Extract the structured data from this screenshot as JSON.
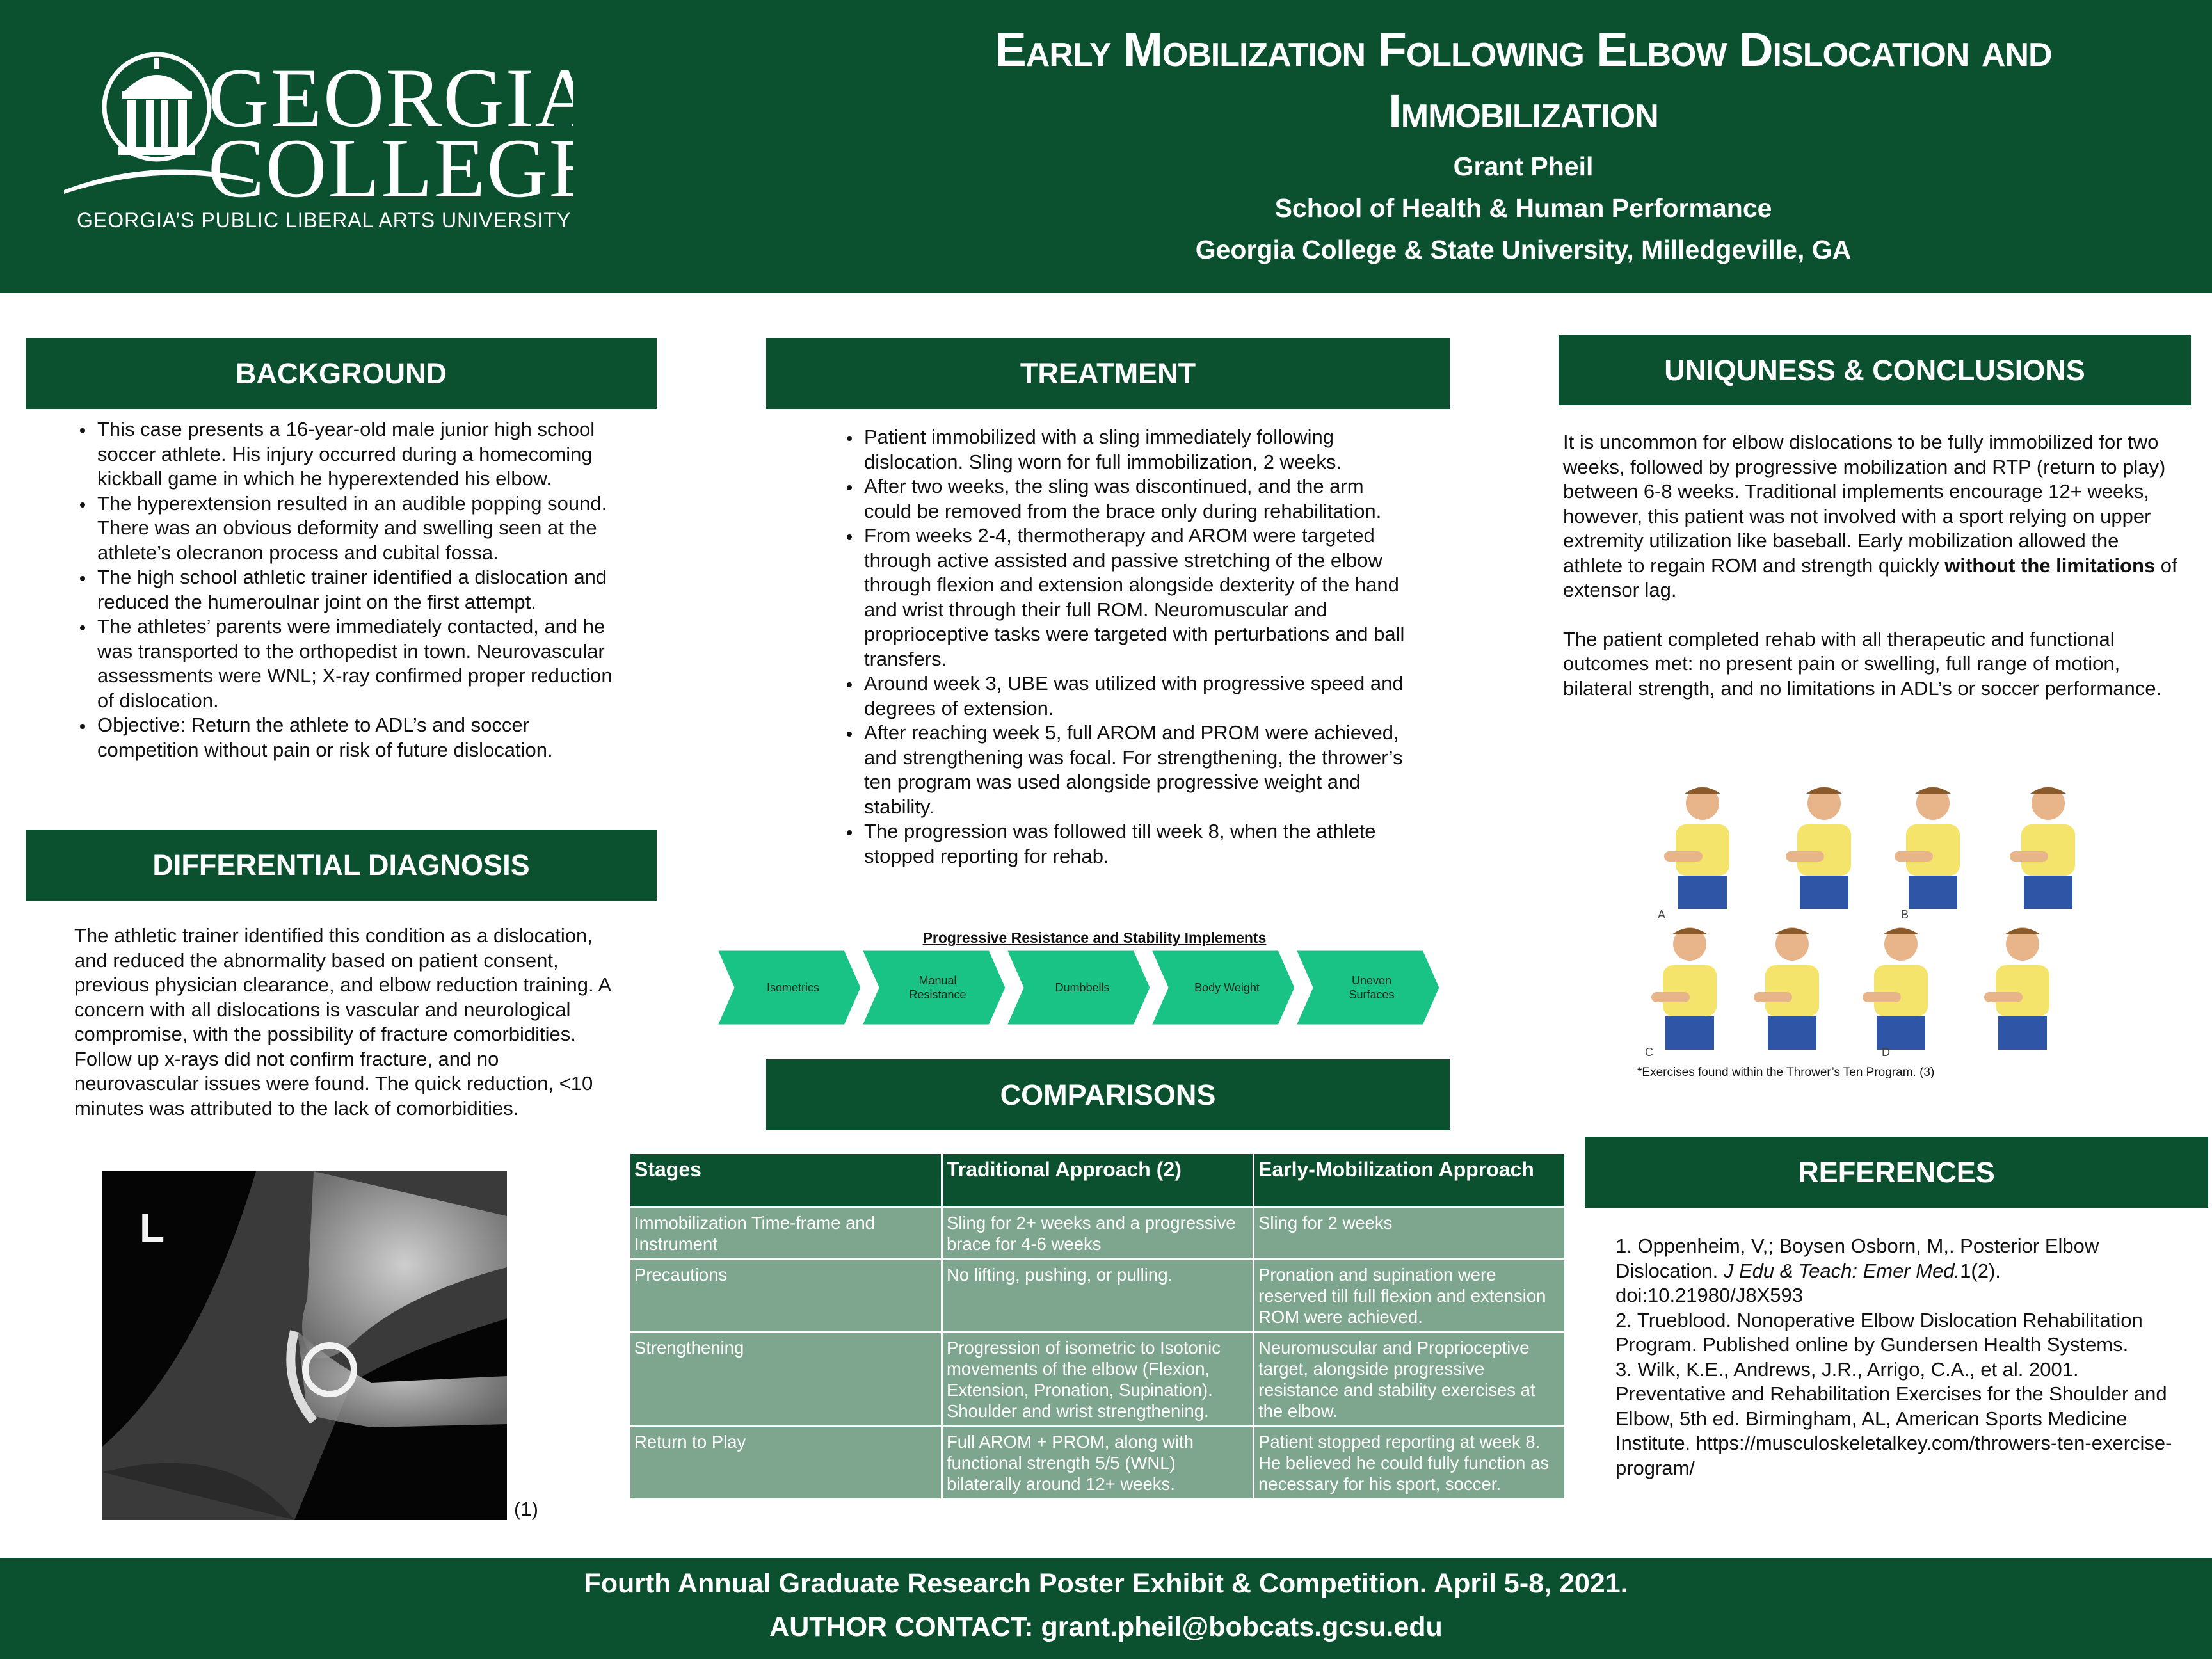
{
  "header": {
    "logo": {
      "name": "GEORGIA",
      "name2": "COLLEGE",
      "tagline": "GEORGIA’S PUBLIC LIBERAL ARTS UNIVERSITY"
    },
    "title_line1": "Early Mobilization Following Elbow Dislocation and",
    "title_line2": "Immobilization",
    "author": "Grant Pheil",
    "school": "School of Health & Human Performance",
    "institution": "Georgia College & State University, Milledgeville, GA"
  },
  "background": {
    "heading": "BACKGROUND",
    "bullets": [
      "This case presents a 16-year-old male junior high school soccer athlete. His injury occurred during a homecoming kickball game in which he hyperextended his elbow.",
      "The hyperextension resulted in an audible popping sound. There was an obvious deformity and swelling seen at the athlete’s olecranon process and cubital fossa.",
      "The high school athletic trainer identified a dislocation and reduced the humeroulnar joint on the first attempt.",
      "The athletes’ parents were immediately contacted, and he was transported to the orthopedist in town. Neurovascular assessments were WNL; X-ray confirmed proper reduction of dislocation.",
      "Objective: Return the athlete to ADL’s and soccer competition without pain or risk of future dislocation."
    ]
  },
  "differential": {
    "heading": "DIFFERENTIAL DIAGNOSIS",
    "text": "The athletic trainer identified this condition as a dislocation, and reduced the abnormality based on patient consent, previous physician clearance, and elbow reduction training. A concern with all dislocations is vascular and neurological compromise, with the possibility of fracture comorbidities. Follow up x-rays did not confirm fracture, and no neurovascular issues were found. The quick reduction, <10 minutes was attributed to the lack of comorbidities.",
    "xray_marker": "L",
    "xray_caption": "(1)"
  },
  "treatment": {
    "heading": "TREATMENT",
    "bullets": [
      "Patient immobilized with a sling immediately following dislocation. Sling worn for full immobilization, 2 weeks.",
      "After two weeks, the sling was discontinued, and the arm could be removed from the brace only during rehabilitation.",
      "From weeks 2-4, thermotherapy and AROM were targeted through active assisted and passive stretching of the elbow through flexion and extension alongside dexterity of the hand and wrist through their full ROM. Neuromuscular and proprioceptive tasks were targeted with perturbations and ball transfers.",
      "Around week 3, UBE was utilized with progressive speed and degrees of extension.",
      "After reaching week 5, full AROM and PROM were achieved, and strengthening was focal. For strengthening, the thrower’s ten program was used alongside progressive weight and stability.",
      "The progression was followed till week 8, when the athlete stopped reporting for rehab."
    ],
    "progression_title": "Progressive Resistance and Stability Implements",
    "progression": [
      [
        "Isometrics"
      ],
      [
        "Manual",
        "Resistance"
      ],
      [
        "Dumbbells"
      ],
      [
        "Body Weight"
      ],
      [
        "Uneven",
        "Surfaces"
      ]
    ]
  },
  "comparisons": {
    "heading": "COMPARISONS",
    "columns": [
      "Stages",
      "Traditional Approach (2)",
      "Early-Mobilization Approach"
    ],
    "rows": [
      [
        "Immobilization Time-frame and Instrument",
        "Sling for 2+ weeks and a progressive brace for 4-6 weeks",
        "Sling for 2 weeks"
      ],
      [
        "Precautions",
        "No lifting, pushing, or pulling.",
        "Pronation and supination were reserved till full flexion and extension ROM were achieved."
      ],
      [
        "Strengthening",
        "Progression of isometric to Isotonic movements of the elbow (Flexion, Extension, Pronation, Supination). Shoulder and wrist strengthening.",
        "Neuromuscular and Proprioceptive target, alongside progressive resistance and stability exercises at the elbow."
      ],
      [
        "Return to Play",
        "Full AROM + PROM, along with functional strength 5/5 (WNL) bilaterally around 12+ weeks.",
        "Patient stopped reporting at week 8. He believed he could fully function as necessary for his sport, soccer."
      ]
    ]
  },
  "conclusions": {
    "heading": "UNIQUNESS & CONCLUSIONS",
    "para1_a": "It is uncommon for elbow dislocations to be fully immobilized for two weeks, followed by progressive mobilization and RTP (return to play) between 6-8 weeks. Traditional implements encourage 12+ weeks, however, this patient was not involved with a sport relying on upper extremity utilization like baseball. Early mobilization allowed the athlete to regain ROM and strength quickly ",
    "para1_bold": "without the limitations",
    "para1_b": " of extensor lag.",
    "para2": "The patient completed rehab with all therapeutic and functional outcomes met: no present pain or swelling, full range of motion, bilateral strength, and no limitations in ADL’s or soccer performance.",
    "figure_labels": [
      "A",
      "B",
      "C",
      "D"
    ],
    "figure_caption": "*Exercises found within the Thrower’s Ten Program. (3)"
  },
  "references": {
    "heading": "REFERENCES",
    "items": [
      {
        "a": "1. Oppenheim, V,; Boysen Osborn, M,. Posterior Elbow Dislocation. ",
        "i": "J Edu & Teach: Emer Med.",
        "b": "1(2). doi:10.21980/J8X593"
      },
      {
        "a": "2. Trueblood. Nonoperative Elbow Dislocation Rehabilitation Program. Published online by Gundersen Health Systems.",
        "i": "",
        "b": ""
      },
      {
        "a": "3. Wilk, K.E., Andrews, J.R., Arrigo, C.A., et al. 2001. Preventative and Rehabilitation Exercises for the Shoulder and Elbow, 5th ed. Birmingham, AL, American Sports Medicine Institute. https://musculoskeletalkey.com/throwers-ten-exercise-program/",
        "i": "",
        "b": ""
      }
    ]
  },
  "footer": {
    "line1": "Fourth Annual Graduate Research Poster Exhibit & Competition. April 5-8, 2021.",
    "line2": "AUTHOR CONTACT: grant.pheil@bobcats.gcsu.edu"
  },
  "colors": {
    "brand_green": "#0b5130",
    "table_row": "#7ea58d",
    "chevron_fill": "#19c285"
  }
}
